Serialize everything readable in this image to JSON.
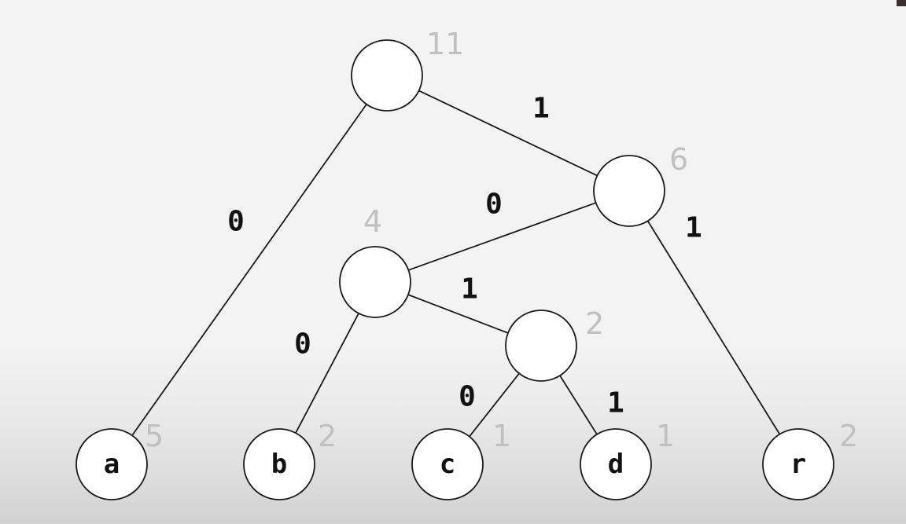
{
  "tree": {
    "nodes": [
      {
        "id": "root",
        "weight": "11",
        "char": ""
      },
      {
        "id": "n6",
        "weight": "6",
        "char": ""
      },
      {
        "id": "n4",
        "weight": "4",
        "char": ""
      },
      {
        "id": "n2",
        "weight": "2",
        "char": ""
      },
      {
        "id": "leaf-a",
        "weight": "5",
        "char": "a"
      },
      {
        "id": "leaf-b",
        "weight": "2",
        "char": "b"
      },
      {
        "id": "leaf-c",
        "weight": "1",
        "char": "c"
      },
      {
        "id": "leaf-d",
        "weight": "1",
        "char": "d"
      },
      {
        "id": "leaf-r",
        "weight": "2",
        "char": "r"
      }
    ],
    "edges": [
      {
        "from": "root",
        "to": "leaf-a",
        "bit": "0"
      },
      {
        "from": "root",
        "to": "n6",
        "bit": "1"
      },
      {
        "from": "n6",
        "to": "n4",
        "bit": "0"
      },
      {
        "from": "n6",
        "to": "leaf-r",
        "bit": "1"
      },
      {
        "from": "n4",
        "to": "leaf-b",
        "bit": "0"
      },
      {
        "from": "n4",
        "to": "n2",
        "bit": "1"
      },
      {
        "from": "n2",
        "to": "leaf-c",
        "bit": "0"
      },
      {
        "from": "n2",
        "to": "leaf-d",
        "bit": "1"
      }
    ]
  }
}
